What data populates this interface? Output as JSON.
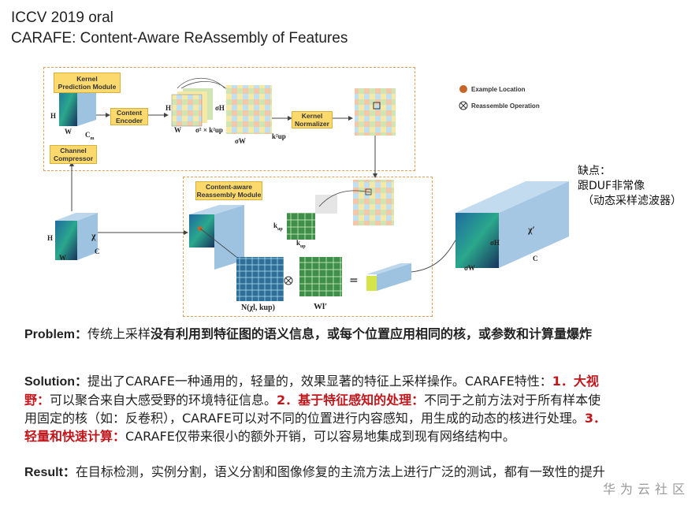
{
  "header": {
    "line1": "ICCV 2019 oral",
    "line2": "CARAFE: Content-Aware ReAssembly of Features"
  },
  "figure": {
    "kernel_prediction_module": "Kernel\nPrediction Module",
    "content_encoder": "Content\nEncoder",
    "kernel_normalizer": "Kernel\nNormalizer",
    "channel_compressor": "Channel\nCompressor",
    "content_aware_module": "Content-aware\nReassembly Module",
    "legend_example": "Example Location",
    "legend_reassemble": "Reassemble Operation",
    "labels": {
      "H": "H",
      "W": "W",
      "Cm": "C",
      "Cm_sub": "m",
      "sigmaH": "σH",
      "sigmaW": "σW",
      "kup2": "k²up",
      "sigma2kup2": "σ² × k²up",
      "chi": "χ",
      "C": "C",
      "chi_prime": "χ′",
      "kup": "k",
      "kup_sub": "up",
      "N": "N(χl, kup)",
      "Wl": "Wl′"
    }
  },
  "note": {
    "line1": "缺点：",
    "line2": "跟DUF非常像",
    "line3": "（动态采样滤波器）"
  },
  "problem": {
    "label": "Problem：",
    "text1": "传统上采样",
    "bold": "没有利用到特征图的语义信息，或每个位置应用相同的核，或参数和计算量爆炸"
  },
  "solution": {
    "label": "Solution：",
    "t1": "提出了CARAFE一种通用的，轻量的，效果显著的特征上采样操作。CARAFE特性：",
    "r1": "1．大视野：",
    "t2": "可以聚合来自大感受野的环境特征信息。",
    "r2": "2．基于特征感知的处理：",
    "t3": "不同于之前方法对于所有样本使用固定的核（如：反卷积），CARAFE可以对不同的位置进行内容感知，用生成的动态的核进行处理。",
    "r3": "3．轻量和快速计算：",
    "t4": "CARAFE仅带来很小的额外开销，可以容易地集成到现有网络结构中。"
  },
  "result": {
    "label": "Result：",
    "text": "在目标检测，实例分割，语义分割和图像修复的主流方法上进行广泛的测试，都有一致性的提升"
  },
  "watermark": "华为云社区"
}
